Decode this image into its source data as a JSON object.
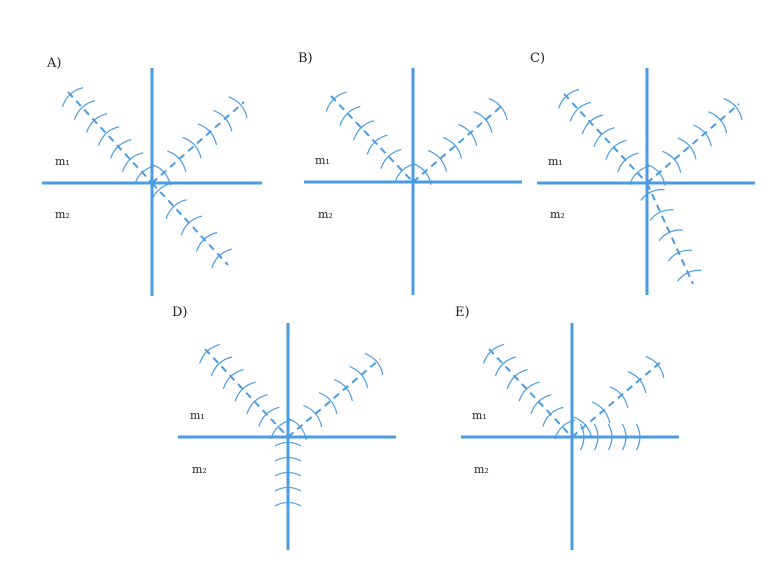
{
  "colors": {
    "line": "#4a9be0",
    "text": "#222222",
    "background": "#ffffff"
  },
  "panels": [
    {
      "id": "A",
      "label": "A)",
      "m1": "m₁",
      "m2": "m₂",
      "transmitted": "reflected-back-continuing"
    },
    {
      "id": "B",
      "label": "B)",
      "m1": "m₁",
      "m2": "m₂",
      "transmitted": "none"
    },
    {
      "id": "C",
      "label": "C)",
      "m1": "m₁",
      "m2": "m₂",
      "transmitted": "refracted-toward-normal"
    },
    {
      "id": "D",
      "label": "D)",
      "m1": "m₁",
      "m2": "m₂",
      "transmitted": "along-normal"
    },
    {
      "id": "E",
      "label": "E)",
      "m1": "m₁",
      "m2": "m₂",
      "transmitted": "along-interface"
    }
  ]
}
